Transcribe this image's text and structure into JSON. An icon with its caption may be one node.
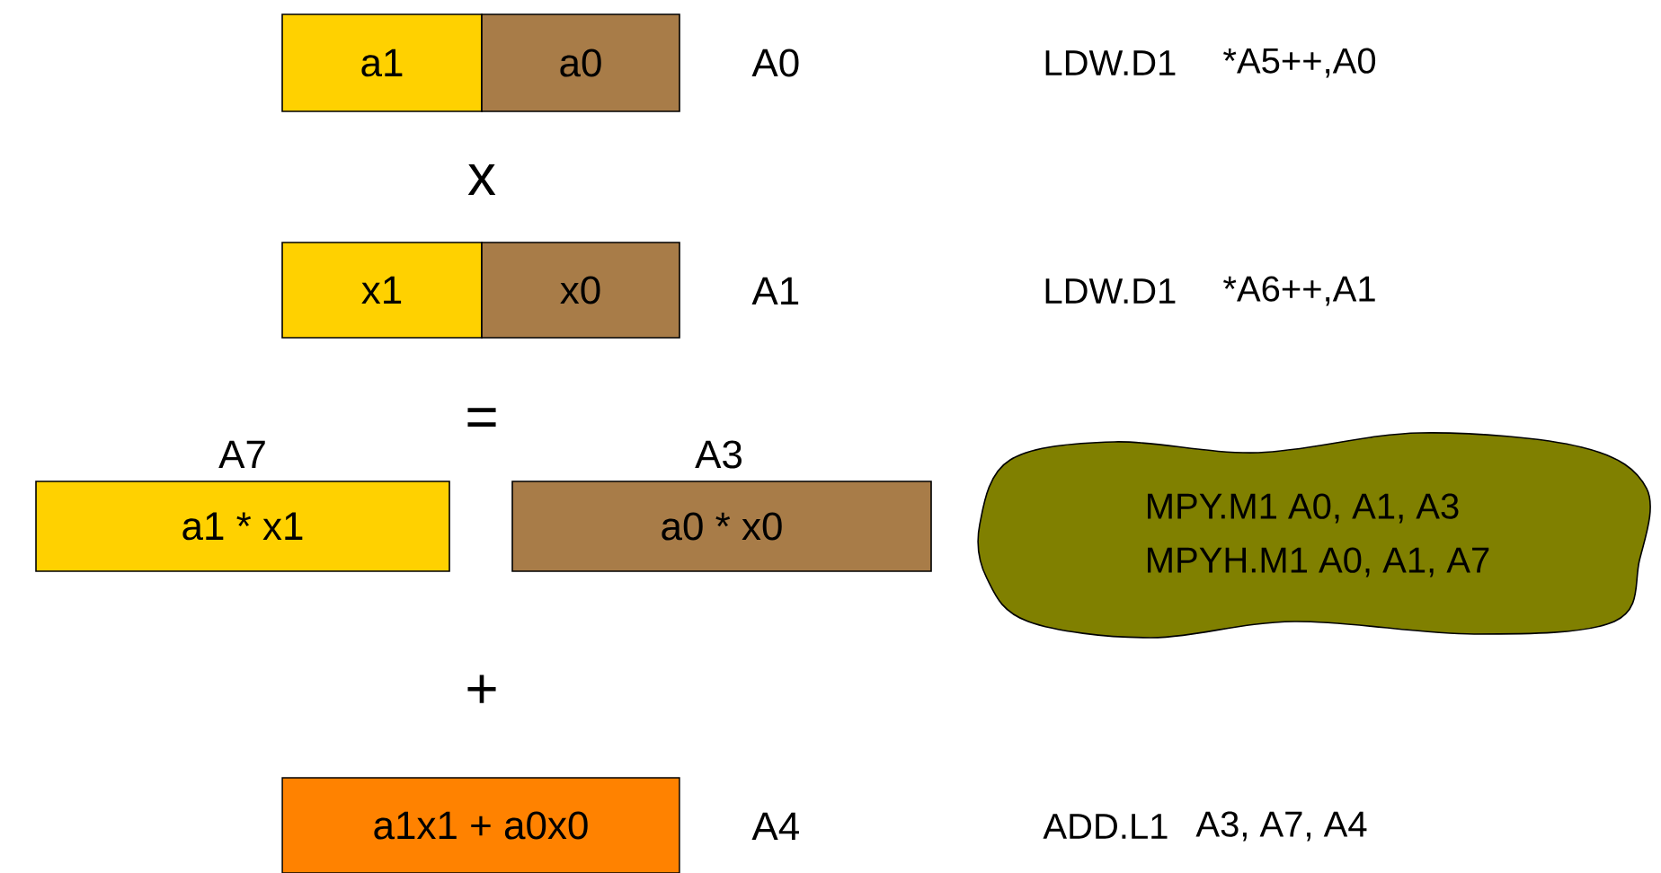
{
  "diagram": {
    "nodes": [
      {
        "text": [
          "a1"
        ]
      },
      {
        "text": [
          "a0"
        ],
        "beside": [
          "A0"
        ]
      },
      {
        "text": [
          "x1"
        ]
      },
      {
        "text": [
          "x0"
        ],
        "beside": [
          "A1"
        ]
      },
      {
        "text": [
          "a1 * x1"
        ],
        "beside": [
          "A7"
        ]
      },
      {
        "text": [
          "a0 * x0"
        ],
        "beside": [
          "A3"
        ]
      },
      {
        "text": [
          "MPY.M1 A0, A1, A3",
          "MPYH.M1 A0, A1, A7"
        ]
      },
      {
        "text": [
          "a1x1 + a0x0"
        ],
        "beside": [
          "A4"
        ]
      }
    ],
    "labels": [
      "LDW.D1",
      "*A5++,A0",
      "x",
      "LDW.D1",
      "*A6++,A1",
      "=",
      "+",
      "ADD.L1",
      "A3, A7, A4"
    ]
  }
}
